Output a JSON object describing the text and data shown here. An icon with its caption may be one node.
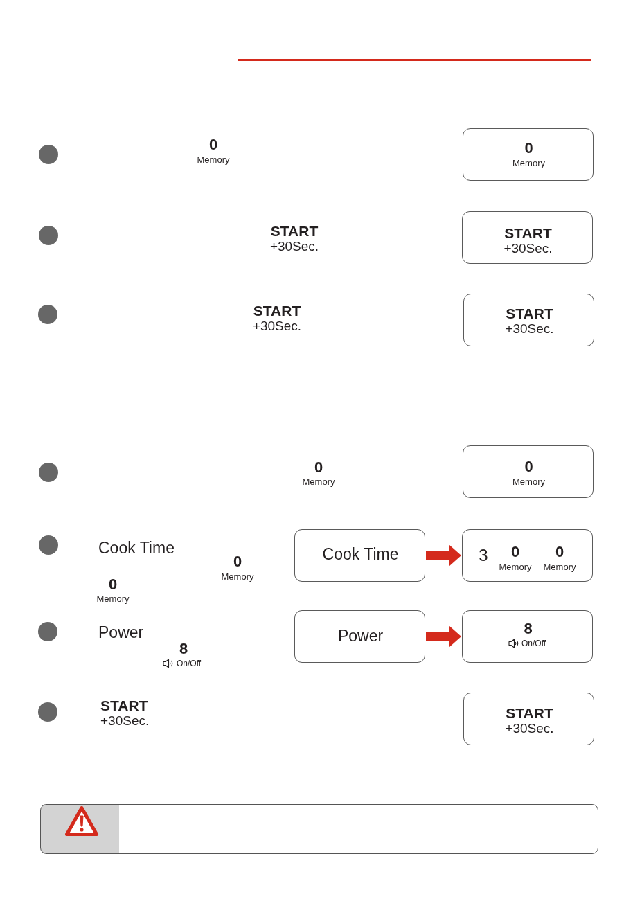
{
  "diagram": {
    "nodes": [
      {
        "text": [
          "0",
          "Memory"
        ]
      },
      {
        "text": [
          "START",
          "+30Sec."
        ]
      },
      {
        "text": [
          "START",
          "+30Sec."
        ]
      },
      {
        "text": [
          "0",
          "Memory"
        ]
      },
      {
        "text": [
          "Cook Time"
        ]
      },
      {
        "text": [
          "3",
          "0",
          "Memory",
          "0",
          "Memory"
        ]
      },
      {
        "text": [
          "Power"
        ]
      },
      {
        "text": [
          "8",
          "On/Off"
        ]
      },
      {
        "text": [
          "START",
          "+30Sec."
        ]
      }
    ],
    "edges": [
      {
        "from": 4,
        "to": 5,
        "arrow": "to"
      },
      {
        "from": 6,
        "to": 7,
        "arrow": "to"
      }
    ],
    "labels": [
      "0",
      "Memory",
      "START",
      "+30Sec.",
      "START",
      "+30Sec.",
      "0",
      "Memory",
      "Cook Time",
      "0",
      "Memory",
      "0",
      "Memory",
      "Power",
      "8",
      "On/Off",
      "START",
      "+30Sec."
    ]
  }
}
